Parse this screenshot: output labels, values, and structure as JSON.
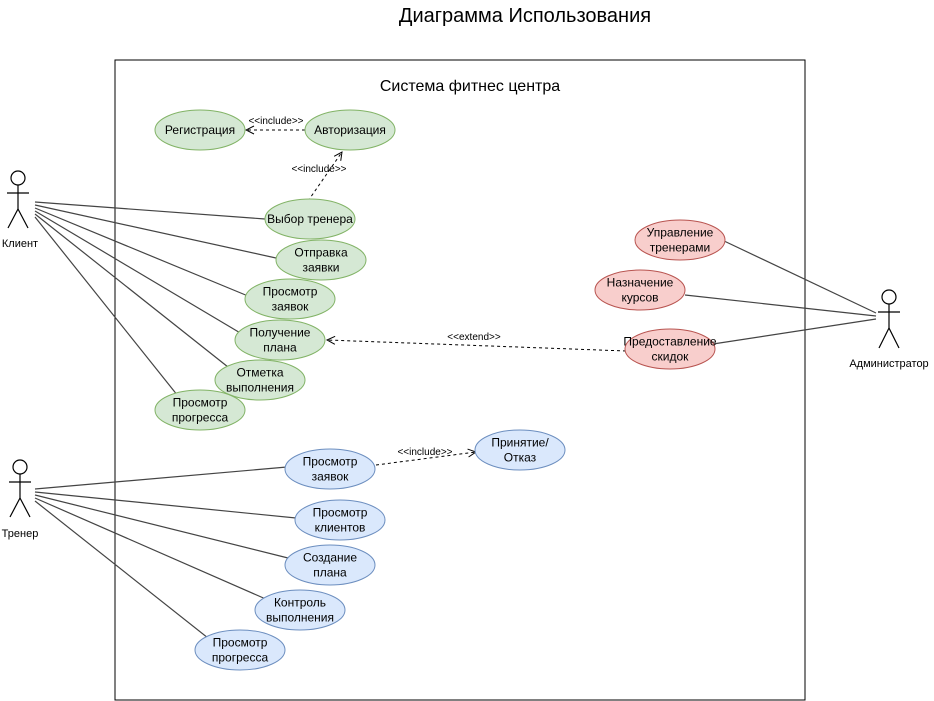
{
  "title": "Диаграмма Использования",
  "system": {
    "title": "Система фитнес центра"
  },
  "actors": [
    {
      "id": "client",
      "label": "Клиент"
    },
    {
      "id": "trainer",
      "label": "Тренер"
    },
    {
      "id": "admin",
      "label": "Администратор"
    }
  ],
  "colors": {
    "green_fill": "#d5e8d4",
    "green_stroke": "#82b366",
    "red_fill": "#f8cecc",
    "red_stroke": "#b85450",
    "blue_fill": "#dae8fc",
    "blue_stroke": "#6c8ebf"
  },
  "use_cases": [
    {
      "id": "registration",
      "lines": [
        "Регистрация"
      ],
      "color": "green"
    },
    {
      "id": "authorization",
      "lines": [
        "Авторизация"
      ],
      "color": "green"
    },
    {
      "id": "choose-trainer",
      "lines": [
        "Выбор тренера"
      ],
      "color": "green"
    },
    {
      "id": "send-request",
      "lines": [
        "Отправка",
        "заявки"
      ],
      "color": "green"
    },
    {
      "id": "view-requests-client",
      "lines": [
        "Просмотр",
        "заявок"
      ],
      "color": "green"
    },
    {
      "id": "get-plan",
      "lines": [
        "Получение",
        "плана"
      ],
      "color": "green"
    },
    {
      "id": "mark-completion",
      "lines": [
        "Отметка",
        "выполнения"
      ],
      "color": "green"
    },
    {
      "id": "view-progress-client",
      "lines": [
        "Просмотр",
        "прогресса"
      ],
      "color": "green"
    },
    {
      "id": "manage-trainers",
      "lines": [
        "Управление",
        "тренерами"
      ],
      "color": "red"
    },
    {
      "id": "assign-courses",
      "lines": [
        "Назначение",
        "курсов"
      ],
      "color": "red"
    },
    {
      "id": "provide-discounts",
      "lines": [
        "Предоставление",
        "скидок"
      ],
      "color": "red"
    },
    {
      "id": "view-requests-trainer",
      "lines": [
        "Просмотр",
        "заявок"
      ],
      "color": "blue"
    },
    {
      "id": "accept-reject",
      "lines": [
        "Принятие/",
        "Отказ"
      ],
      "color": "blue"
    },
    {
      "id": "view-clients",
      "lines": [
        "Просмотр",
        "клиентов"
      ],
      "color": "blue"
    },
    {
      "id": "create-plan",
      "lines": [
        "Создание",
        "плана"
      ],
      "color": "blue"
    },
    {
      "id": "control-completion",
      "lines": [
        "Контроль",
        "выполнения"
      ],
      "color": "blue"
    },
    {
      "id": "view-progress-trainer",
      "lines": [
        "Просмотр",
        "прогресса"
      ],
      "color": "blue"
    }
  ],
  "relations": [
    {
      "id": "include-registration",
      "label": "<<include>>"
    },
    {
      "id": "include-authorization",
      "label": "<<include>>"
    },
    {
      "id": "extend-get-plan",
      "label": "<<extend>>"
    },
    {
      "id": "include-accept-reject",
      "label": "<<include>>"
    }
  ]
}
